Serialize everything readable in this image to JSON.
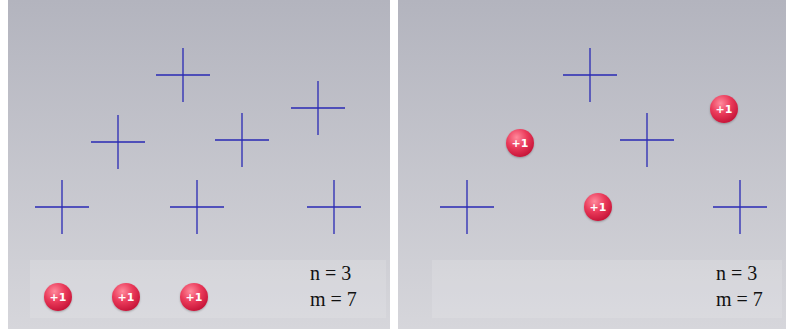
{
  "diagram": {
    "nodes": [
      {
        "text": [
          "+1"
        ]
      },
      {
        "text": [
          "+1"
        ]
      },
      {
        "text": [
          "+1"
        ]
      },
      {
        "text": [
          "+1"
        ]
      },
      {
        "text": [
          "+1"
        ]
      },
      {
        "text": [
          "+1"
        ]
      }
    ],
    "labels": [
      "n = 3",
      "m = 7",
      "n = 3",
      "m = 7"
    ]
  }
}
